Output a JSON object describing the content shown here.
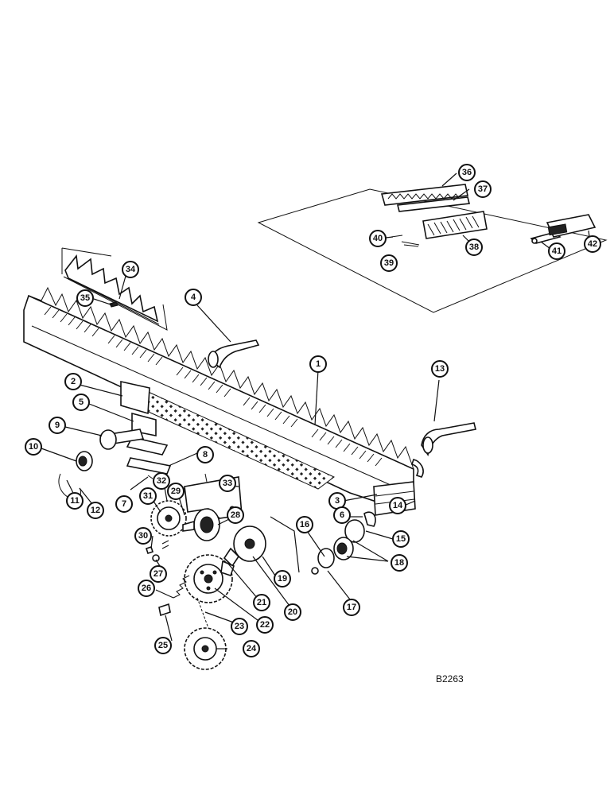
{
  "drawing": {
    "reference_code": "B2263"
  },
  "callouts": [
    {
      "id": "c1",
      "label": "1"
    },
    {
      "id": "c2",
      "label": "2"
    },
    {
      "id": "c3",
      "label": "3"
    },
    {
      "id": "c4",
      "label": "4"
    },
    {
      "id": "c5",
      "label": "5"
    },
    {
      "id": "c6",
      "label": "6"
    },
    {
      "id": "c7",
      "label": "7"
    },
    {
      "id": "c8",
      "label": "8"
    },
    {
      "id": "c9",
      "label": "9"
    },
    {
      "id": "c10",
      "label": "10"
    },
    {
      "id": "c11",
      "label": "11"
    },
    {
      "id": "c12",
      "label": "12"
    },
    {
      "id": "c13",
      "label": "13"
    },
    {
      "id": "c14",
      "label": "14"
    },
    {
      "id": "c15",
      "label": "15"
    },
    {
      "id": "c16",
      "label": "16"
    },
    {
      "id": "c17",
      "label": "17"
    },
    {
      "id": "c18",
      "label": "18"
    },
    {
      "id": "c19",
      "label": "19"
    },
    {
      "id": "c20",
      "label": "20"
    },
    {
      "id": "c21",
      "label": "21"
    },
    {
      "id": "c22",
      "label": "22"
    },
    {
      "id": "c23",
      "label": "23"
    },
    {
      "id": "c24",
      "label": "24"
    },
    {
      "id": "c25",
      "label": "25"
    },
    {
      "id": "c26",
      "label": "26"
    },
    {
      "id": "c27",
      "label": "27"
    },
    {
      "id": "c28",
      "label": "28"
    },
    {
      "id": "c29",
      "label": "29"
    },
    {
      "id": "c30",
      "label": "30"
    },
    {
      "id": "c31",
      "label": "31"
    },
    {
      "id": "c32",
      "label": "32"
    },
    {
      "id": "c33",
      "label": "33"
    },
    {
      "id": "c34",
      "label": "34"
    },
    {
      "id": "c35",
      "label": "35"
    },
    {
      "id": "c36",
      "label": "36"
    },
    {
      "id": "c37",
      "label": "37"
    },
    {
      "id": "c38",
      "label": "38"
    },
    {
      "id": "c39",
      "label": "39"
    },
    {
      "id": "c40",
      "label": "40"
    },
    {
      "id": "c41",
      "label": "41"
    },
    {
      "id": "c42",
      "label": "42"
    }
  ]
}
